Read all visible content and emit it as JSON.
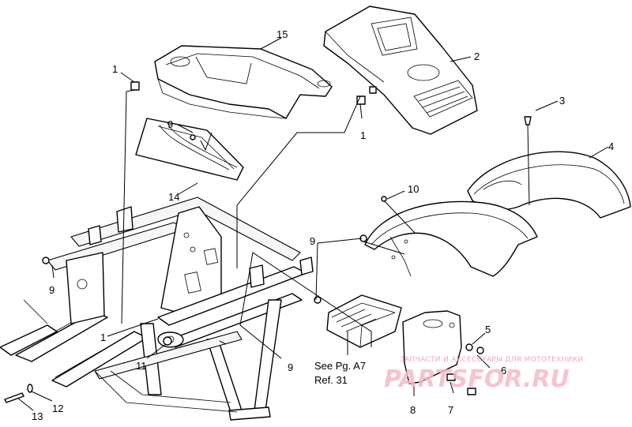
{
  "callouts": {
    "c1": "1",
    "c1b": "1",
    "c1c": "1",
    "c2": "2",
    "c3": "3",
    "c4": "4",
    "c5": "5",
    "c6": "6",
    "c7": "7",
    "c8": "8",
    "c9a": "9",
    "c9b": "9",
    "c9c": "9",
    "c9d": "9",
    "c10": "10",
    "c11": "11",
    "c12": "12",
    "c13": "13",
    "c14": "14",
    "c15": "15"
  },
  "note": {
    "line1": "See Pg. A7",
    "line2": "Ref. 31"
  },
  "watermark": {
    "small": "ЗАПЧАСТИ И АКСЕССУАРЫ ДЛЯ МОТОТЕХНИКИ",
    "big": "PARTSFOR.RU",
    "color": "#f7b9c6"
  }
}
